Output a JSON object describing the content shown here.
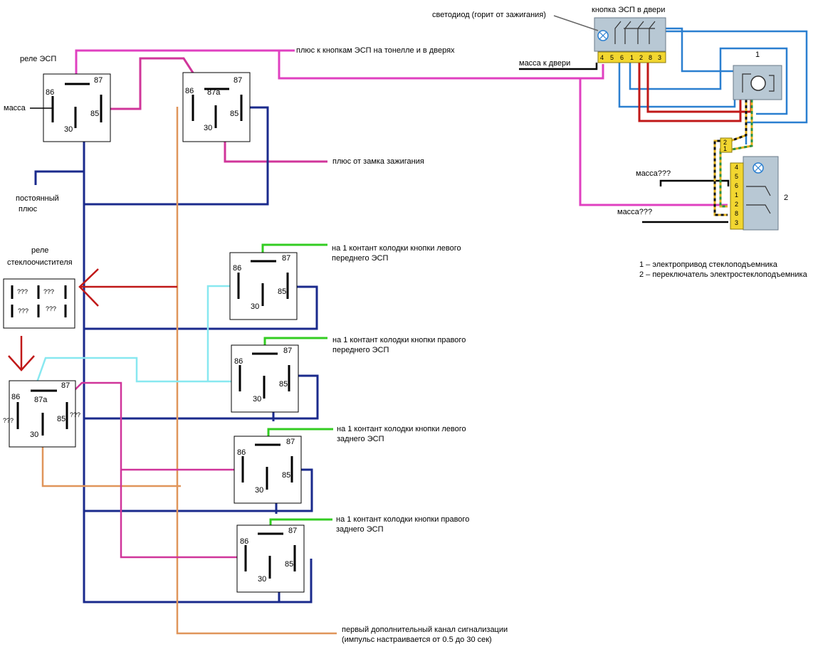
{
  "colors": {
    "magenta": "#e040c0",
    "pink": "#d0359a",
    "navy": "#1a2a8c",
    "orange": "#e0955a",
    "green": "#33cc22",
    "cyan": "#88e8f0",
    "red": "#c01818",
    "blue": "#2a7fd0",
    "black": "#000000"
  },
  "labels": {
    "rele_esp": "реле ЭСП",
    "massa": "масса",
    "postoyanny": "постоянный",
    "plyus": "плюс",
    "rele_stekl_1": "реле",
    "rele_stekl_2": "стеклоочистителя",
    "plus_buttons": "плюс к кнопкам ЭСП на тонелле и в дверях",
    "plus_ignition": "плюс от замка зажигания",
    "led": "светодиод (горит от зажигания)",
    "door_button": "кнопка ЭСП в двери",
    "massa_door": "масса к двери",
    "massa_q1": "масса???",
    "massa_q2": "масса???",
    "num1": "1",
    "num2": "2",
    "legend1": "1  – электропривод стеклоподъемника",
    "legend2": "2  – переключатель электростеклоподъемника",
    "lf1": "на 1 контант колодки кнопки левого",
    "lf2": "переднего ЭСП",
    "rf1": "на 1 контант колодки кнопки правого",
    "rf2": "переднего ЭСП",
    "lr1": "на 1 контант колодки кнопки левого",
    "lr2": "заднего ЭСП",
    "rr1": "на 1 контант колодки кнопки правого",
    "rr2": "заднего ЭСП",
    "alarm1": "первый дополнительный канал сигнализации",
    "alarm2": "(импульс настраивается от 0.5 до 30 сек)"
  },
  "pins": {
    "p86": "86",
    "p87": "87",
    "p87a": "87a",
    "p85": "85",
    "p30": "30",
    "q": "???"
  },
  "door_button_pins": [
    "4",
    "5",
    "6",
    "1",
    "2",
    "8",
    "3"
  ],
  "switch_pins": [
    "4",
    "5",
    "6",
    "1",
    "2",
    "8",
    "3"
  ],
  "motor_pins": [
    "2",
    "1"
  ]
}
